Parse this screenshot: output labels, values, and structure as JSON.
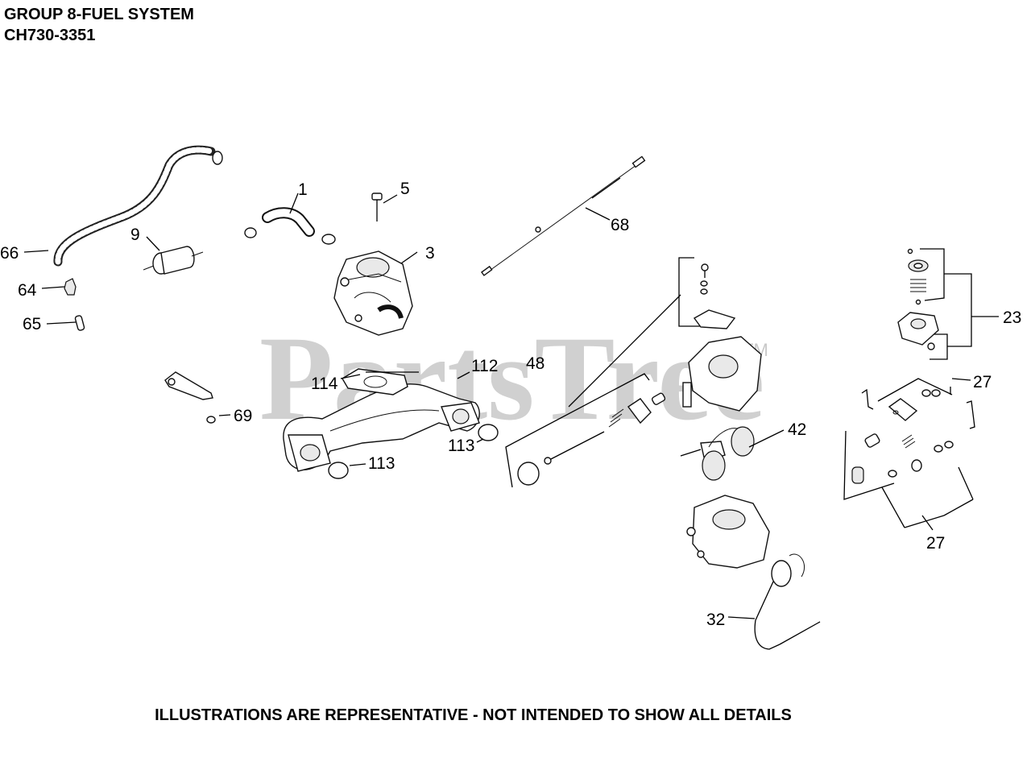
{
  "header": {
    "title": "GROUP 8-FUEL SYSTEM",
    "model": "CH730-3351"
  },
  "watermark": {
    "text": "PartsTree",
    "trademark": "TM"
  },
  "callouts": {
    "c1": "1",
    "c3": "3",
    "c5": "5",
    "c9": "9",
    "c23": "23",
    "c27a": "27",
    "c27b": "27",
    "c32": "32",
    "c42": "42",
    "c48": "48",
    "c64": "64",
    "c65": "65",
    "c66": "66",
    "c68": "68",
    "c69": "69",
    "c112": "112",
    "c113a": "113",
    "c113b": "113",
    "c114": "114"
  },
  "footer": {
    "note": "ILLUSTRATIONS ARE REPRESENTATIVE - NOT INTENDED TO SHOW ALL DETAILS"
  }
}
